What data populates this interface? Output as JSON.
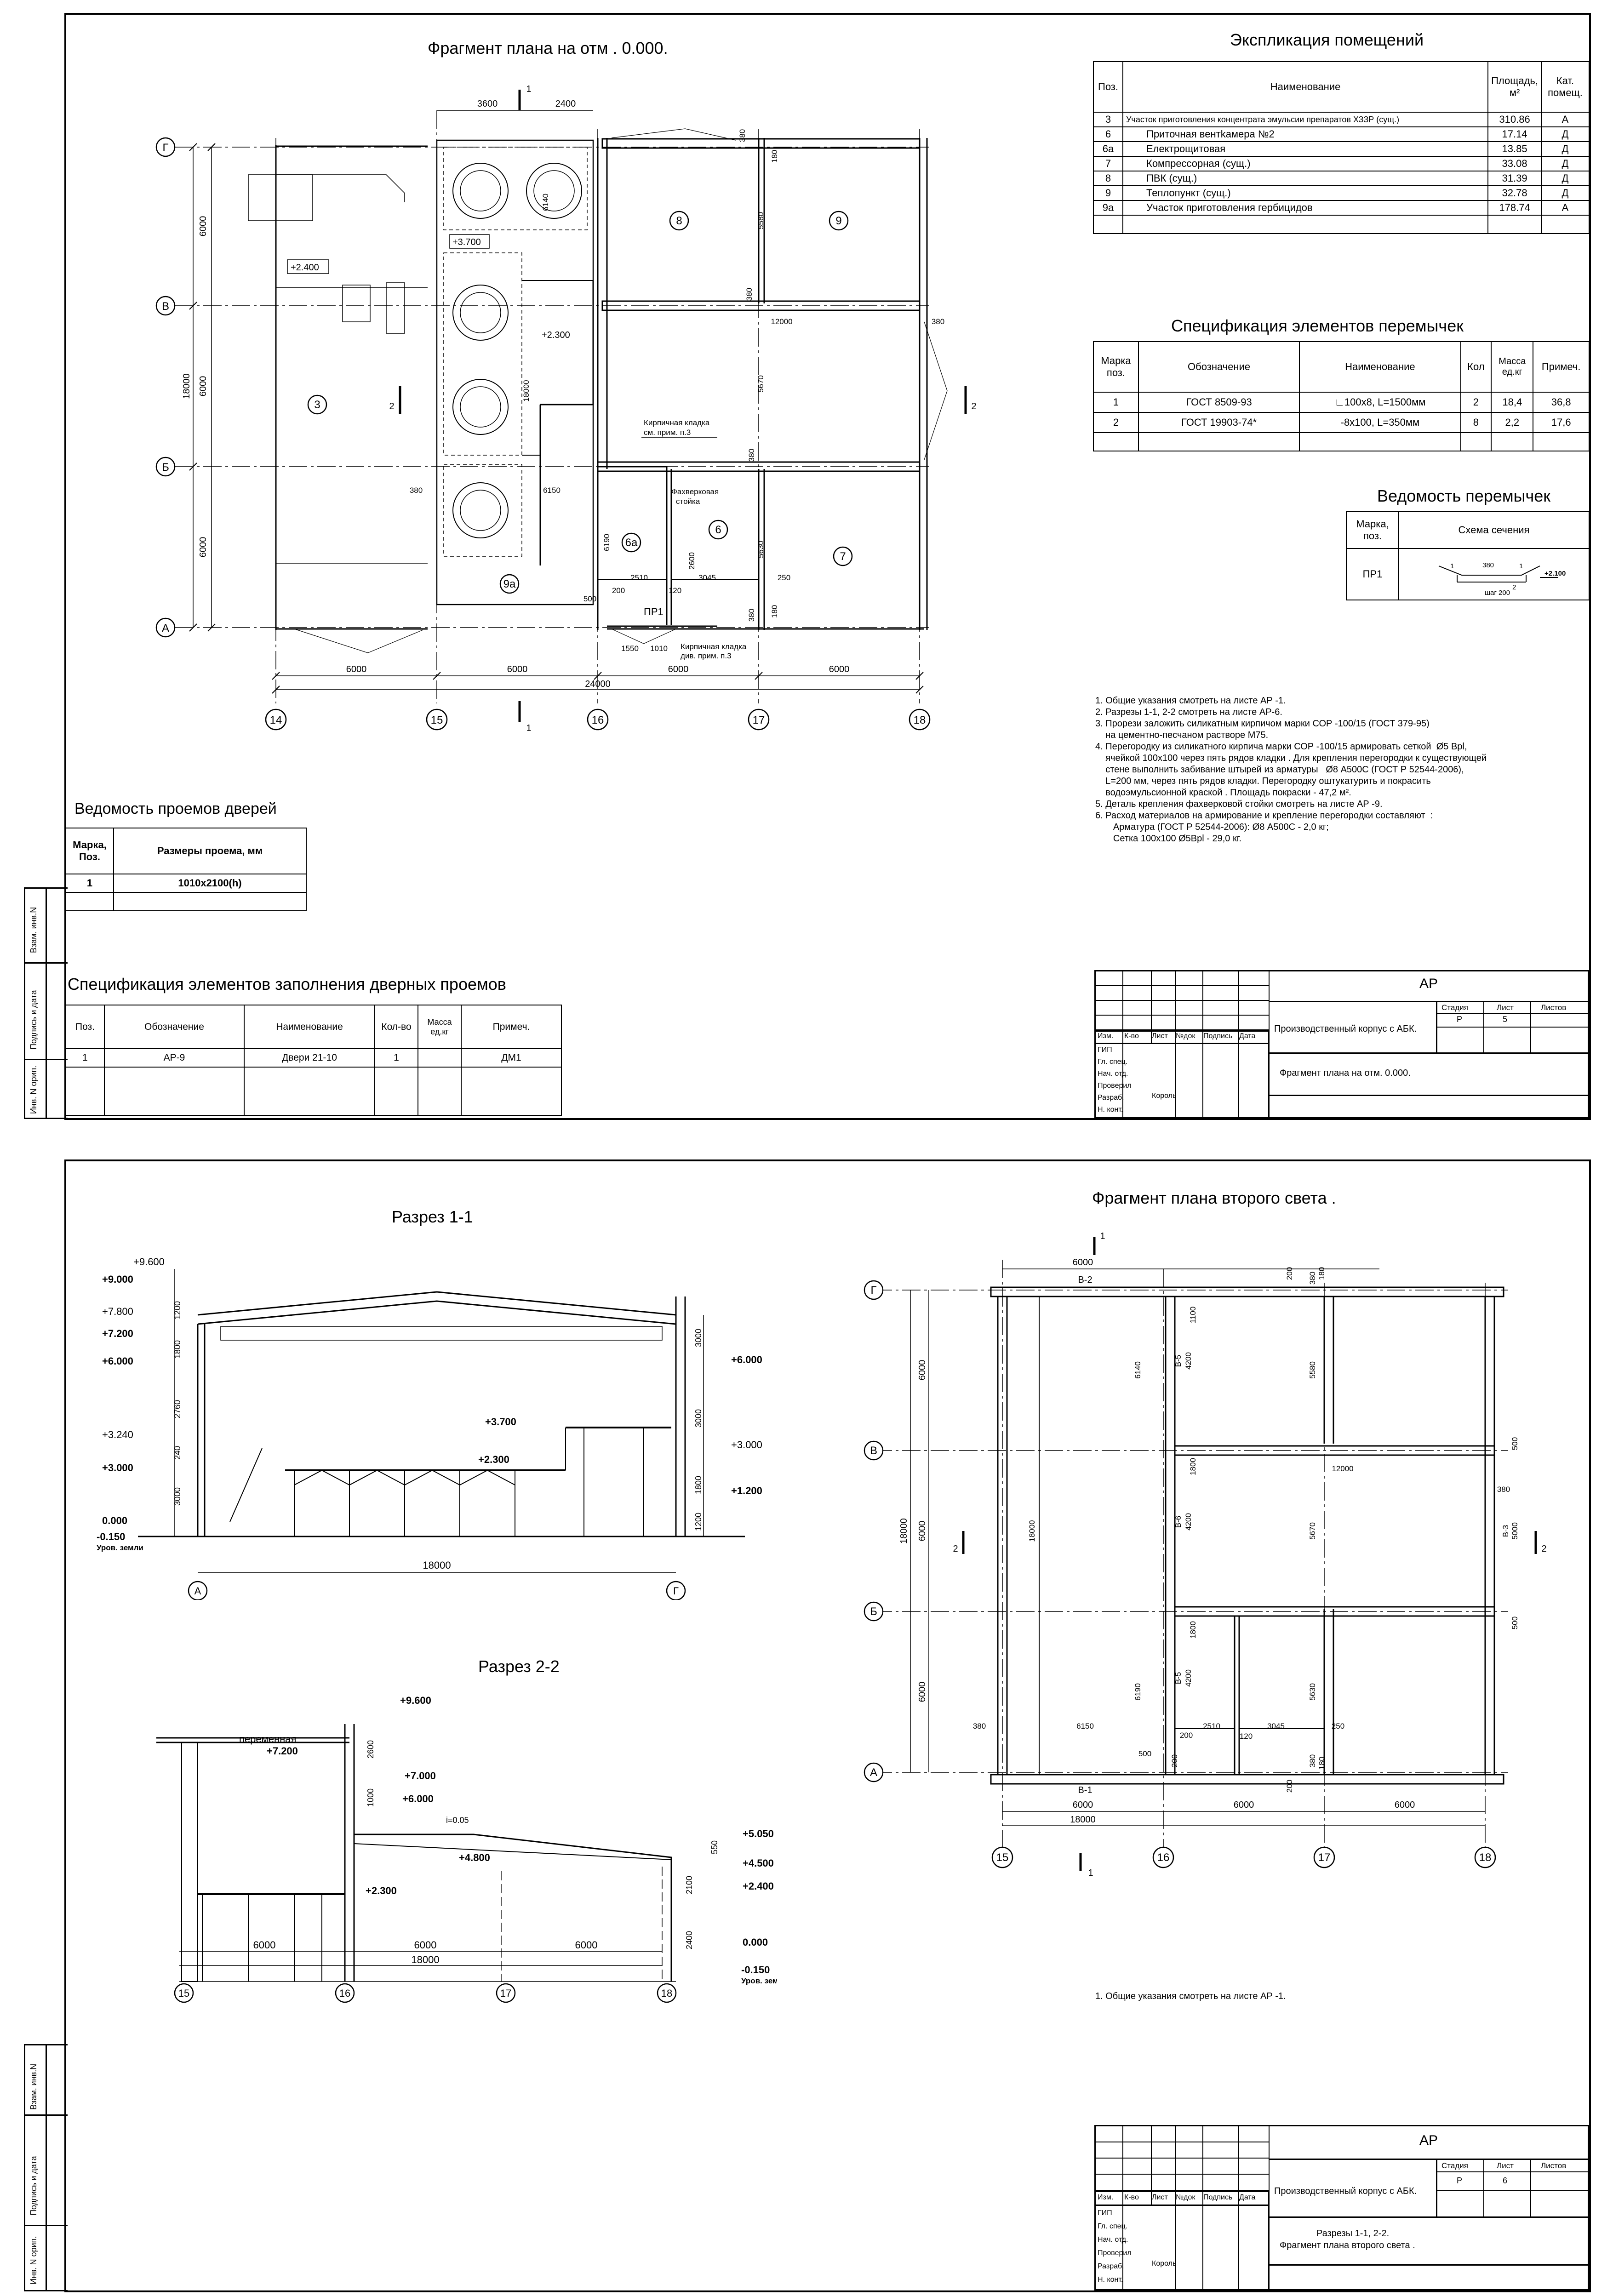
{
  "sheet1": {
    "plan_title": "Фрагмент плана на отм . 0.000.",
    "axes_letters": [
      "Г",
      "В",
      "Б",
      "А"
    ],
    "axes_numbers": [
      "14",
      "15",
      "16",
      "17",
      "18"
    ],
    "dims_top": [
      "3600",
      "2400"
    ],
    "dims_bottom": [
      "6000",
      "6000",
      "6000",
      "6000"
    ],
    "dim_total": "24000",
    "dims_left": [
      "6000",
      "6000",
      "6000"
    ],
    "dim_left_total": "18000",
    "section_marks": [
      "1",
      "1",
      "2",
      "2"
    ],
    "rooms": [
      "3",
      "6",
      "6а",
      "7",
      "8",
      "9",
      "9а"
    ],
    "level_marks": [
      "+2.400",
      "+3.700",
      "+2.300"
    ],
    "plan_dims": [
      "6140",
      "18000",
      "5580",
      "380",
      "380",
      "12000",
      "380",
      "5670",
      "380",
      "6150",
      "380",
      "6190",
      "500",
      "200",
      "2510",
      "120",
      "3045",
      "250",
      "2600",
      "1550",
      "1010",
      "5630",
      "180",
      "180",
      "380"
    ],
    "plan_labels": {
      "brick1": "Кирпичная кладка",
      "brick1_note": "см. прим. п.3",
      "fachwerk": "Фахверковая",
      "fachwerk2": "стойка",
      "pr1": "ПР1",
      "brick2": "Кирпичная кладка",
      "brick2_note": "див. прим. п.3"
    },
    "explication": {
      "title": "Экспликация помещений",
      "headers": [
        "Поз.",
        "Наименование",
        "Площадь, м²",
        "Кат. помещ."
      ],
      "rows": [
        [
          "3",
          "Участок приготовления концентрата эмульсии препаратов ХЗЗР        (сущ.)",
          "310.86",
          "А"
        ],
        [
          "6",
          "Приточная вентkамера №2",
          "17.14",
          "Д"
        ],
        [
          "6а",
          "Електрощитовая",
          "13.85",
          "Д"
        ],
        [
          "7",
          "Компрессорная (сущ.)",
          "33.08",
          "Д"
        ],
        [
          "8",
          "ПВК (сущ.)",
          "31.39",
          "Д"
        ],
        [
          "9",
          "Теплопункт (сущ.)",
          "32.78",
          "Д"
        ],
        [
          "9а",
          "Участок приготовления гербицидов",
          "178.74",
          "А"
        ]
      ]
    },
    "lintel_spec": {
      "title": "Спецификация элементов перемычек",
      "headers": [
        "Марка поз.",
        "Обозначение",
        "Наименование",
        "Кол",
        "Масса ед.кг",
        "Примеч."
      ],
      "rows": [
        [
          "1",
          "ГОСТ 8509-93",
          "∟100х8,     L=1500мм",
          "2",
          "18,4",
          "36,8"
        ],
        [
          "2",
          "ГОСТ 19903-74*",
          "-8х100,     L=350мм",
          "8",
          "2,2",
          "17,6"
        ]
      ]
    },
    "lintel_list": {
      "title": "Ведомость перемычек",
      "headers": [
        "Марка, поз.",
        "Схема сечения"
      ],
      "row_mark": "ПР1",
      "scheme_labels": [
        "1",
        "380",
        "1",
        "2",
        "шаг 200",
        "+2.100"
      ]
    },
    "notes": "1. Общие указания смотреть на листе АР -1.\n2. Разрезы 1-1, 2-2 смотреть на листе АР-6.\n3. Прорези заложить силикатным кирпичом марки СОР -100/15 (ГОСТ 379-95)\n    на цементно-песчаном растворе М75.\n4. Перегородку из силикатного кирпича марки СОР -100/15 армировать сеткой  Ø5 Bpl,\n    ячейкой 100х100 через пять рядов кладки . Для крепления перегородки к существующей\n    стене выполнить забивание штырей из арматуры   Ø8 А500С (ГОСТ Р 52544-2006),\n    L=200 мм, через пять рядов кладки. Перегородку оштукатурить и покрасить\n    водоэмульсионной краской . Площадь покраски - 47,2 м².\n5. Деталь крепления фахверковой стойки смотреть на листе АР -9.\n6. Расход материалов на армирование и крепление перегородки составляют  :\n       Арматура (ГОСТ Р 52544-2006): Ø8 А500С - 2,0 кг;\n       Сетка 100х100 Ø5Bpl - 29,0 кг.",
    "doors": {
      "title": "Ведомость проемов дверей",
      "headers": [
        "Марка, Поз.",
        "Размеры проема, мм"
      ],
      "rows": [
        [
          "1",
          "1010х2100(h)"
        ]
      ]
    },
    "door_spec": {
      "title": "Спецификация элементов заполнения дверных проемов",
      "headers": [
        "Поз.",
        "Обозначение",
        "Наименование",
        "Кол-во",
        "Масса ед.кг",
        "Примеч."
      ],
      "rows": [
        [
          "1",
          "АР-9",
          "Двери 21-10",
          "1",
          "",
          "ДМ1"
        ]
      ]
    },
    "stamp": {
      "code": "АР",
      "header_cells": [
        "Изм.",
        "К-во",
        "Лист",
        "№док",
        "Подпись",
        "Дата"
      ],
      "roles": [
        "ГИП",
        "Гл. спец.",
        "Нач. отд.",
        "Проверил",
        "Разраб.",
        "Н. конт."
      ],
      "author": "Король",
      "project": "Производственный корпус с АБК.",
      "stage_headers": [
        "Стадия",
        "Лист",
        "Листов"
      ],
      "stage": "Р",
      "sheet_no": "5",
      "drawing": "Фрагмент плана на отм. 0.000."
    },
    "side_labels": [
      "Взам. инв.N",
      "Подпись и дата",
      "Инв. N орип."
    ]
  },
  "sheet2": {
    "section11": {
      "title": "Разрез 1-1",
      "left_levels": [
        "+9.600",
        "+9.000",
        "+7.800",
        "+7.200",
        "+6.000",
        "+3.240",
        "+3.000",
        "0.000",
        "-0.150"
      ],
      "ground": "Уров. земли",
      "left_dims": [
        "1200",
        "1800",
        "2760",
        "240",
        "3000"
      ],
      "right_levels": [
        "+6.000",
        "+3.700",
        "+2.300",
        "+3.000",
        "+1.200"
      ],
      "right_dims": [
        "3000",
        "3000",
        "1800",
        "1200"
      ],
      "span": "18000",
      "axes": [
        "А",
        "Г"
      ]
    },
    "section22": {
      "title": "Разрез 2-2",
      "levels": [
        "+9.600",
        "+7.200",
        "+7.000",
        "+6.000",
        "+4.800",
        "+2.300",
        "+5.050",
        "+4.500",
        "+2.400",
        "0.000",
        "-0.150"
      ],
      "variable": "переменная",
      "slope": "i=0.05",
      "ground": "Уров. земли",
      "dims_vertical": [
        "2600",
        "1000",
        "550",
        "2100",
        "2400"
      ],
      "dims_bottom": [
        "6000",
        "6000",
        "6000"
      ],
      "dim_total": "18000",
      "axes": [
        "15",
        "16",
        "17",
        "18"
      ]
    },
    "plan2": {
      "title": "Фрагмент плана второго света .",
      "axes_letters": [
        "Г",
        "В",
        "Б",
        "А"
      ],
      "axes_numbers": [
        "15",
        "16",
        "17",
        "18"
      ],
      "dims_top": "6000",
      "dims_bottom": [
        "6000",
        "6000",
        "6000"
      ],
      "dim_total": "18000",
      "left_dims": [
        "6000",
        "6000",
        "6000",
        "18000"
      ],
      "beam_labels": [
        "В-2",
        "В-1",
        "В-5",
        "В-6",
        "В-5",
        "В-3"
      ],
      "dims": [
        "6140",
        "18000",
        "5580",
        "12000",
        "5670",
        "5630",
        "6150",
        "6190",
        "2510",
        "3045",
        "200",
        "120",
        "250",
        "380",
        "380",
        "500",
        "500",
        "500",
        "1100",
        "1800",
        "1800",
        "4200",
        "4200",
        "4200",
        "5000",
        "200",
        "180",
        "180",
        "200",
        "200",
        "380",
        "380"
      ],
      "section_marks": [
        "1",
        "1",
        "2",
        "2"
      ]
    },
    "note": "1. Общие указания смотреть на листе АР -1.",
    "stamp": {
      "code": "АР",
      "header_cells": [
        "Изм.",
        "К-во",
        "Лист",
        "№док",
        "Подпись",
        "Дата"
      ],
      "roles": [
        "ГИП",
        "Гл. спец.",
        "Нач. отд.",
        "Проверил",
        "Разраб.",
        "Н. конт."
      ],
      "author": "Король",
      "project": "Производственный корпус с АБК.",
      "stage_headers": [
        "Стадия",
        "Лист",
        "Листов"
      ],
      "stage": "Р",
      "sheet_no": "6",
      "drawing1": "Разрезы 1-1, 2-2.",
      "drawing2": "Фрагмент плана второго света ."
    },
    "side_labels": [
      "Взам. инв.N",
      "Подпись и дата",
      "Инв. N орип."
    ]
  }
}
